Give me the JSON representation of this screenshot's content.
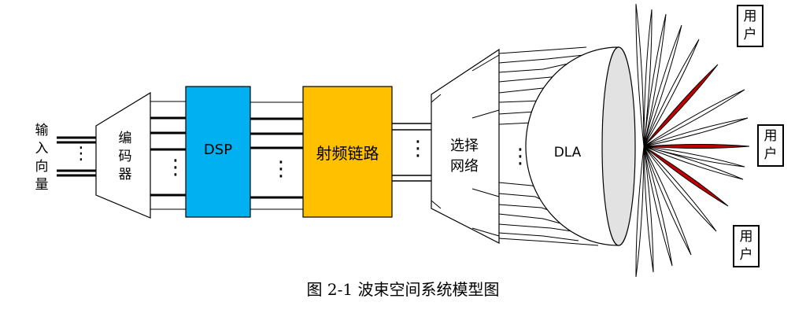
{
  "labels": {
    "input_vector": "输入向量",
    "encoder": "编码器",
    "dsp": "DSP",
    "rf_chain": "射频链路",
    "selection_network": "选择网络",
    "dla": "DLA",
    "user": "用户",
    "ellipsis": "⋮"
  },
  "caption": "图 2-1  波束空间系统模型图",
  "colors": {
    "dsp_fill": "#00b0f0",
    "rf_fill": "#ffc000",
    "beam_highlight": "#c00000",
    "line": "#000000"
  }
}
